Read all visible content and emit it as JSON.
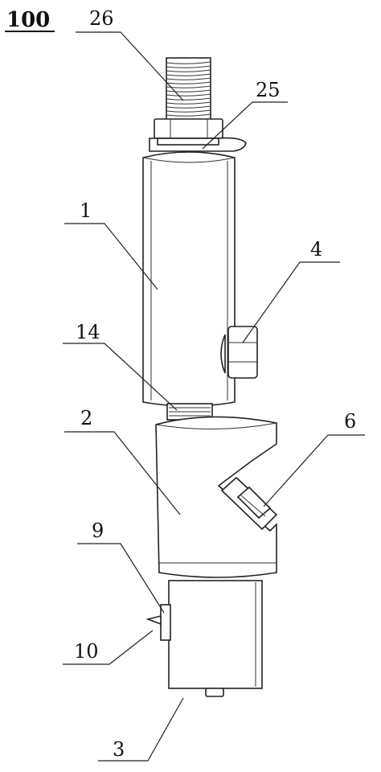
{
  "figure_label": "100",
  "labels": {
    "l26": "26",
    "l25": "25",
    "l1": "1",
    "l4": "4",
    "l14": "14",
    "l2": "2",
    "l6": "6",
    "l9": "9",
    "l10": "10",
    "l3": "3"
  }
}
